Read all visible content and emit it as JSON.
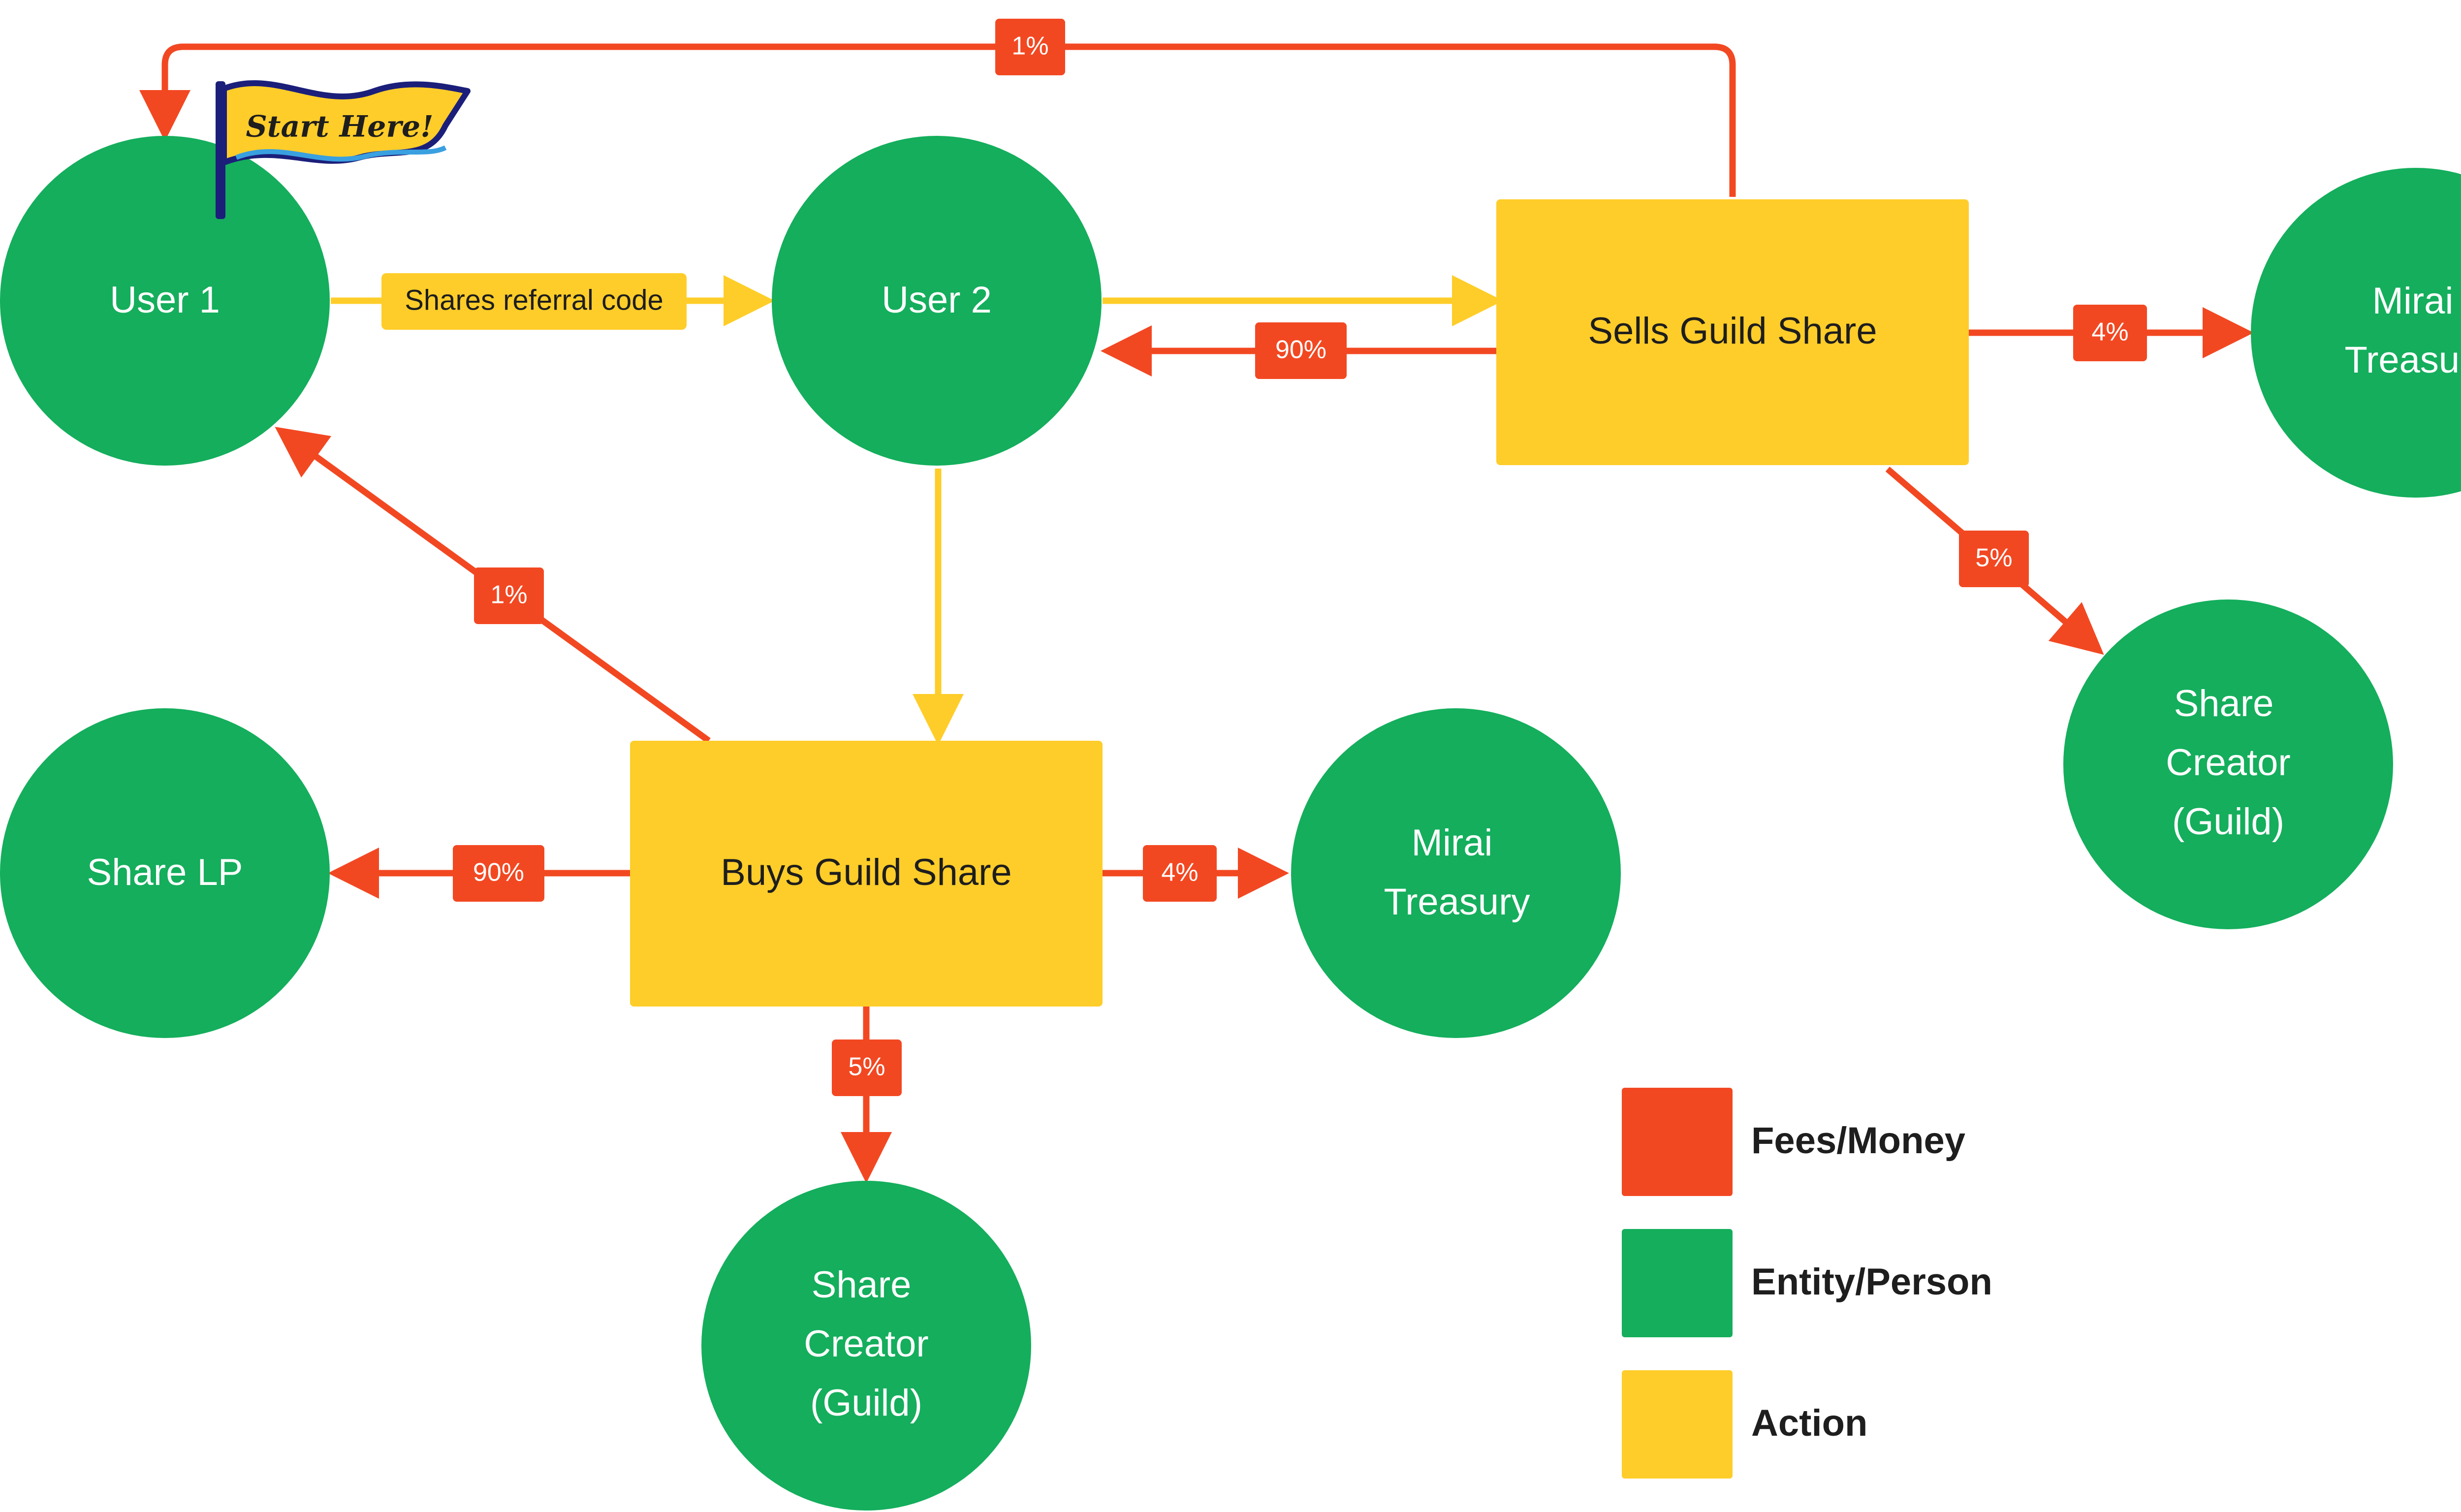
{
  "colors": {
    "fee": "#f24822",
    "entity": "#14ae5c",
    "action": "#ffcd29",
    "text_dark": "#1e1e1e",
    "flag_blue": "#1b1f7a",
    "flag_wave": "#3aa0e0"
  },
  "start_flag": {
    "label": "Start Here!",
    "icon": "flag-icon"
  },
  "nodes": {
    "user1": "User 1",
    "user2": "User 2",
    "share_lp": "Share LP",
    "mirai_top": [
      "Mirai",
      "Treasury"
    ],
    "mirai_mid": [
      "Mirai",
      "Treasury"
    ],
    "creator_right": [
      "Share",
      "Creator",
      "(Guild)"
    ],
    "creator_bottom": [
      "Share",
      "Creator",
      "(Guild)"
    ]
  },
  "actions": {
    "sells": "Sells Guild Share",
    "buys": "Buys Guild Share"
  },
  "edge_labels": {
    "referral": "Shares referral code",
    "sell_referral_fee": "1%",
    "sell_payout": "90%",
    "sell_treasury": "4%",
    "sell_creator": "5%",
    "buy_referral_fee": "1%",
    "buy_lp": "90%",
    "buy_treasury": "4%",
    "buy_creator": "5%"
  },
  "legend": [
    {
      "label": "Fees/Money",
      "color": "#f24822"
    },
    {
      "label": "Entity/Person",
      "color": "#14ae5c"
    },
    {
      "label": "Action",
      "color": "#ffcd29"
    }
  ]
}
